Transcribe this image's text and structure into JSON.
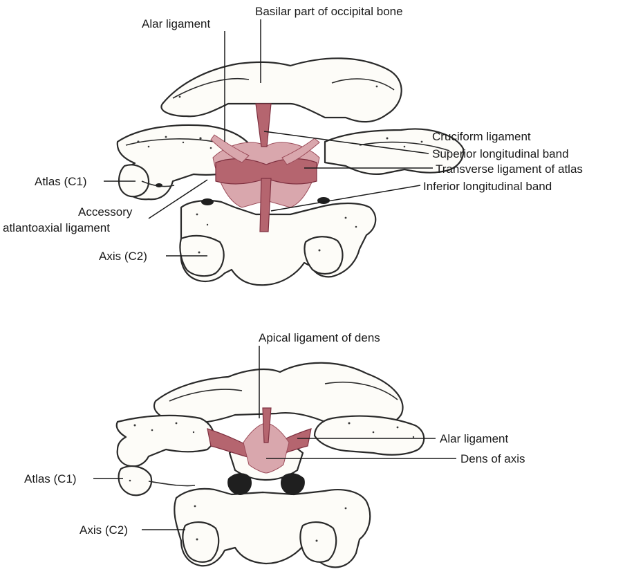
{
  "figure_top": {
    "labels": {
      "basilar": "Basilar part of occipital bone",
      "alar": "Alar ligament",
      "cruciform": "Cruciform ligament",
      "superior_band": "Superior longitudinal band",
      "transverse": "Transverse ligament of atlas",
      "inferior_band": "Inferior longitudinal band",
      "atlas": "Atlas (C1)",
      "accessory_1": "Accessory",
      "accessory_2": "atlantoaxial ligament",
      "axis": "Axis (C2)"
    }
  },
  "figure_bottom": {
    "labels": {
      "apical": "Apical ligament of dens",
      "alar": "Alar ligament",
      "dens": "Dens of axis",
      "atlas": "Atlas (C1)",
      "axis": "Axis (C2)"
    }
  },
  "colors": {
    "ligament": "#b5656f",
    "ligament_light": "#d9a7ad",
    "bone_outline": "#2a2a2a",
    "bone_fill": "#fdfcf8"
  }
}
